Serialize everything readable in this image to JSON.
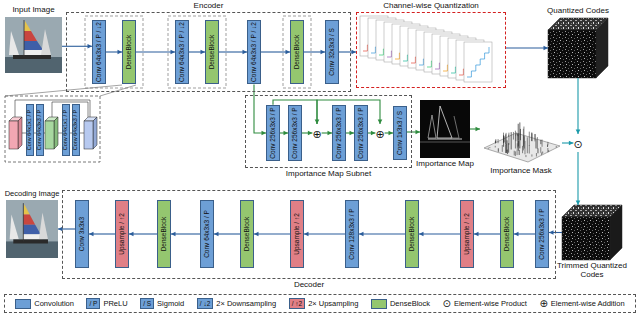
{
  "diagram": {
    "nodes": [
      {
        "text": [
          "Input Image"
        ]
      },
      {
        "text": [
          "Encoder"
        ]
      },
      {
        "text": [
          "Conv 64x3x3 / P / ↓2"
        ],
        "in": 1
      },
      {
        "text": [
          "DenseBlock"
        ],
        "in": 1
      },
      {
        "text": [
          "Conv 64x3x3 / P / ↓2"
        ],
        "in": 1
      },
      {
        "text": [
          "DenseBlock"
        ],
        "in": 1
      },
      {
        "text": [
          "Conv 64x3x3 / P / ↓2"
        ],
        "in": 1
      },
      {
        "text": [
          "DenseBlock"
        ],
        "in": 1
      },
      {
        "text": [
          "Conv 32x3x3 / S"
        ],
        "in": 1
      },
      {
        "text": [
          "Channel-wise Quantization"
        ]
      },
      {
        "text": [
          "Quantized Codes"
        ]
      },
      {
        "text": [
          "Conv 64x1x1 / P"
        ]
      },
      {
        "text": [
          "Conv 64x3x3 / P"
        ]
      },
      {
        "text": [
          "Conv 64x1x1 / P"
        ]
      },
      {
        "text": [
          "Conv 64x3x3 / P"
        ]
      },
      {
        "text": [
          "Importance Map Subnet"
        ]
      },
      {
        "text": [
          "Conv 256x3x3 / P"
        ],
        "in": 15
      },
      {
        "text": [
          "Conv 256x3x3 / P"
        ],
        "in": 15
      },
      {
        "text": [
          "⊕"
        ],
        "in": 15
      },
      {
        "text": [
          "Conv 256x3x3 / P"
        ],
        "in": 15
      },
      {
        "text": [
          "Conv 256x3x3 / P"
        ],
        "in": 15
      },
      {
        "text": [
          "⊕"
        ],
        "in": 15
      },
      {
        "text": [
          "Conv 1x3x3 / S"
        ],
        "in": 15
      },
      {
        "text": [
          "Importance Map"
        ]
      },
      {
        "text": [
          "Importance Mask"
        ]
      },
      {
        "text": [
          "⊙"
        ]
      },
      {
        "text": [
          "Trimmed Quantized Codes"
        ]
      },
      {
        "text": [
          "Decoder"
        ]
      },
      {
        "text": [
          "Conv 256x3x3 / P"
        ],
        "in": 27
      },
      {
        "text": [
          "DenseBlock"
        ],
        "in": 27
      },
      {
        "text": [
          "Upsample / ↑2"
        ],
        "in": 27
      },
      {
        "text": [
          "DenseBlock"
        ],
        "in": 27
      },
      {
        "text": [
          "Conv 128x3x3 / P"
        ],
        "in": 27
      },
      {
        "text": [
          "Upsample / ↑2"
        ],
        "in": 27
      },
      {
        "text": [
          "DenseBlock"
        ],
        "in": 27
      },
      {
        "text": [
          "Conv 64x3x3 / P"
        ],
        "in": 27
      },
      {
        "text": [
          "DenseBlock"
        ],
        "in": 27
      },
      {
        "text": [
          "Upsample / ↑2"
        ],
        "in": 27
      },
      {
        "text": [
          "Conv 3x3x3"
        ],
        "in": 27
      },
      {
        "text": [
          "Decoding Image"
        ]
      }
    ],
    "edges": [
      {
        "from": 0,
        "to": 2,
        "arrow": "to"
      },
      {
        "from": 2,
        "to": 3,
        "arrow": "to"
      },
      {
        "from": 3,
        "to": 4,
        "arrow": "to"
      },
      {
        "from": 4,
        "to": 5,
        "arrow": "to"
      },
      {
        "from": 5,
        "to": 6,
        "arrow": "to"
      },
      {
        "from": 6,
        "to": 7,
        "arrow": "to"
      },
      {
        "from": 7,
        "to": 8,
        "arrow": "to"
      },
      {
        "from": 8,
        "to": 9,
        "arrow": "to"
      },
      {
        "from": 9,
        "to": 10,
        "arrow": "to"
      },
      {
        "from": 10,
        "to": 25,
        "arrow": "to"
      },
      {
        "from": 6,
        "to": 16,
        "arrow": "to"
      },
      {
        "from": 16,
        "to": 17,
        "arrow": "to"
      },
      {
        "from": 17,
        "to": 18,
        "arrow": "to"
      },
      {
        "from": 16,
        "to": 18,
        "arrow": "to"
      },
      {
        "from": 18,
        "to": 19,
        "arrow": "to"
      },
      {
        "from": 19,
        "to": 20,
        "arrow": "to"
      },
      {
        "from": 20,
        "to": 21,
        "arrow": "to"
      },
      {
        "from": 18,
        "to": 21,
        "arrow": "to"
      },
      {
        "from": 21,
        "to": 22,
        "arrow": "to"
      },
      {
        "from": 22,
        "to": 23,
        "arrow": "to"
      },
      {
        "from": 23,
        "to": 24,
        "arrow": "to"
      },
      {
        "from": 24,
        "to": 25,
        "arrow": "to"
      },
      {
        "from": 25,
        "to": 26,
        "arrow": "to"
      },
      {
        "from": 26,
        "to": 28,
        "arrow": "to"
      },
      {
        "from": 28,
        "to": 29,
        "arrow": "to"
      },
      {
        "from": 29,
        "to": 30,
        "arrow": "to"
      },
      {
        "from": 30,
        "to": 31,
        "arrow": "to"
      },
      {
        "from": 31,
        "to": 32,
        "arrow": "to"
      },
      {
        "from": 32,
        "to": 33,
        "arrow": "to"
      },
      {
        "from": 33,
        "to": 34,
        "arrow": "to"
      },
      {
        "from": 34,
        "to": 35,
        "arrow": "to"
      },
      {
        "from": 35,
        "to": 36,
        "arrow": "to"
      },
      {
        "from": 36,
        "to": 37,
        "arrow": "to"
      },
      {
        "from": 37,
        "to": 38,
        "arrow": "to"
      },
      {
        "from": 38,
        "to": 39,
        "arrow": "to"
      }
    ],
    "labels": [
      "/ P",
      "/ S",
      "/ ↓2",
      "/ ↑2",
      "⊙",
      "⊕"
    ],
    "legend": [
      {
        "text": "Convolution",
        "color": "#6d9fd6"
      },
      {
        "text": "PReLU"
      },
      {
        "text": "Sigmoid"
      },
      {
        "text": "2× Downsampling"
      },
      {
        "text": "2× Upsampling"
      },
      {
        "text": "DenseBlock",
        "color": "#94c66f"
      },
      {
        "text": "Element-wise Product"
      },
      {
        "text": "Element-wise Addition"
      }
    ]
  }
}
